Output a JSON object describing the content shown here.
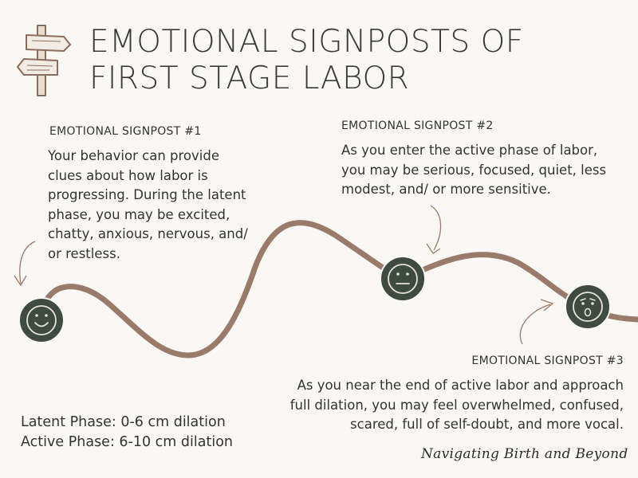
{
  "title": {
    "line1": "EMOTIONAL SIGNPOSTS OF",
    "line2": "FIRST STAGE LABOR"
  },
  "signposts": [
    {
      "heading": "EMOTIONAL SIGNPOST #1",
      "lines": [
        "Your behavior can provide",
        "clues about how labor is",
        "progressing. During the latent",
        "phase, you may be excited,",
        "chatty, anxious, nervous, and/",
        "or restless."
      ]
    },
    {
      "heading": "EMOTIONAL SIGNPOST #2",
      "lines": [
        "As you enter the active phase of labor,",
        "you may be serious, focused, quiet, less",
        "modest, and/ or more sensitive."
      ]
    },
    {
      "heading": "EMOTIONAL SIGNPOST #3",
      "lines": [
        "As you near the end of active labor and approach",
        "full dilation, you may feel overwhelmed, confused,",
        "scared, full of self-doubt, and more vocal."
      ]
    }
  ],
  "phases": {
    "latent": "Latent Phase: 0-6 cm dilation",
    "active": "Active Phase: 6-10 cm dilation"
  },
  "signature": "Navigating Birth and Beyond",
  "icons": {
    "signpost": "signpost-icon",
    "faces": [
      "smiling-face-icon",
      "neutral-face-icon",
      "worried-face-icon"
    ]
  },
  "colors": {
    "path": "#9a7b6b",
    "face": "#3f4a40",
    "arrow": "#9a7b6b",
    "text": "#333333"
  }
}
